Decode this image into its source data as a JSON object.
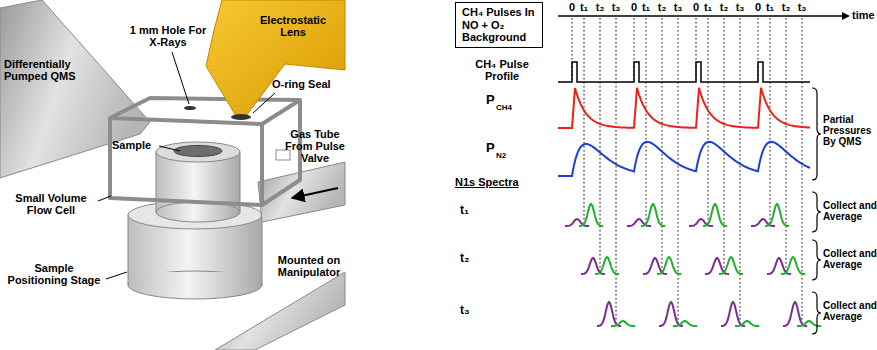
{
  "diagram": {
    "nodes": [
      {
        "text": [
          "CH₄ Pulses In NO + O₂ Background"
        ]
      }
    ],
    "labels": [
      "Differentially Pumped QMS",
      "1 mm Hole For X-Rays",
      "Electrostatic Lens",
      "O-ring Seal",
      "Small Volume Flow Cell",
      "Sample",
      "Gas Tube From Pulse Valve",
      "Sample Positioning Stage",
      "Mounted on Manipulator",
      "0",
      "t₁",
      "t₂",
      "t₃",
      "0",
      "t₁",
      "t₂",
      "t₃",
      "0",
      "t₁",
      "t₂",
      "t₃",
      "0",
      "t₁",
      "t₂",
      "t₃",
      "time",
      "CH₄ Pulse Profile",
      "P",
      "CH4",
      "P",
      "N2",
      "Partial Pressures By QMS",
      "N1s Spectra",
      "t₁",
      "t₂",
      "t₃",
      "Collect and Average",
      "Collect and Average",
      "Collect and Average"
    ]
  }
}
